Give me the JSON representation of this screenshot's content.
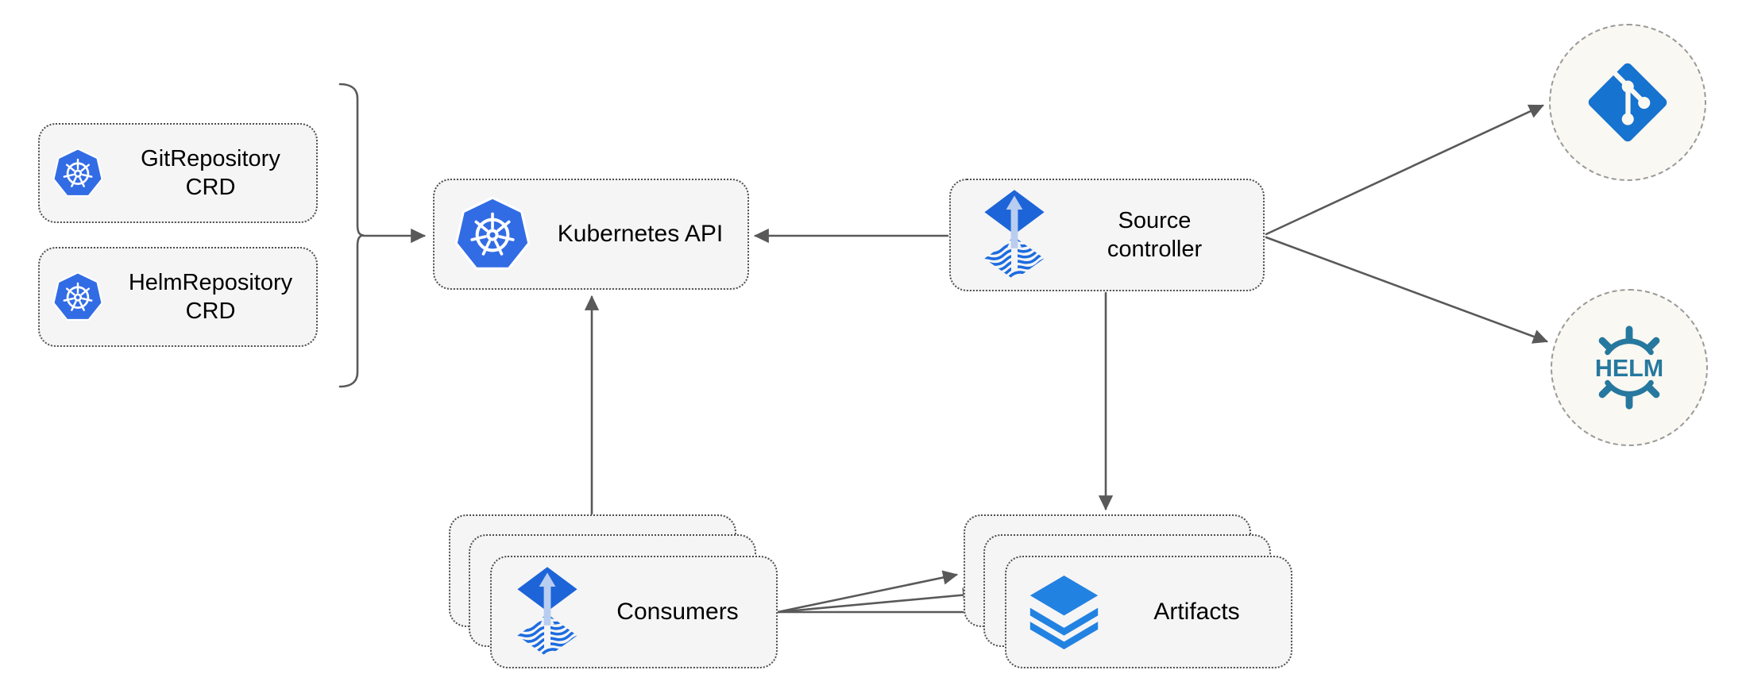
{
  "nodes": {
    "git_repository_crd": {
      "lines": [
        "GitRepository",
        "CRD"
      ],
      "icon": "kubernetes"
    },
    "helm_repository_crd": {
      "lines": [
        "HelmRepository",
        "CRD"
      ],
      "icon": "kubernetes"
    },
    "kubernetes_api": {
      "label": "Kubernetes API",
      "icon": "kubernetes"
    },
    "source_controller": {
      "lines": [
        "Source",
        "controller"
      ],
      "icon": "flux"
    },
    "consumers": {
      "label": "Consumers",
      "icon": "flux",
      "stacked": 3
    },
    "artifacts": {
      "label": "Artifacts",
      "icon": "layers",
      "stacked": 3
    },
    "git_repo": {
      "icon": "git"
    },
    "helm_repo": {
      "icon": "helm",
      "logo_text": "HELM"
    }
  },
  "edges": [
    {
      "from": "git_repository_crd + helm_repository_crd",
      "to": "kubernetes_api",
      "via": "brace",
      "arrows": 1
    },
    {
      "from": "source_controller",
      "to": "kubernetes_api",
      "arrows": 1
    },
    {
      "from": "consumers",
      "to": "kubernetes_api",
      "arrows": 1
    },
    {
      "from": "source_controller",
      "to": "artifacts",
      "arrows": 1
    },
    {
      "from": "source_controller",
      "to": "git_repo",
      "arrows": 1
    },
    {
      "from": "source_controller",
      "to": "helm_repo",
      "arrows": 1
    },
    {
      "from": "consumers",
      "to": "artifacts",
      "arrows": 3
    }
  ],
  "colors": {
    "kubernetes_blue": "#326ce5",
    "flux_diamond_blue": "#1d64d8",
    "flux_arrow_light": "#b9cdf1",
    "flux_waves_blue": "#1d6ce0",
    "layers_blue": "#2282e2",
    "git_blue": "#1673cf",
    "helm_teal": "#26789e",
    "node_fill": "#f5f5f5",
    "node_border": "#4f4f4f",
    "circle_fill": "#faf8f2",
    "circle_border": "#9a9a9a",
    "connector": "#595959",
    "label_text": "#000000",
    "background": "#ffffff"
  }
}
